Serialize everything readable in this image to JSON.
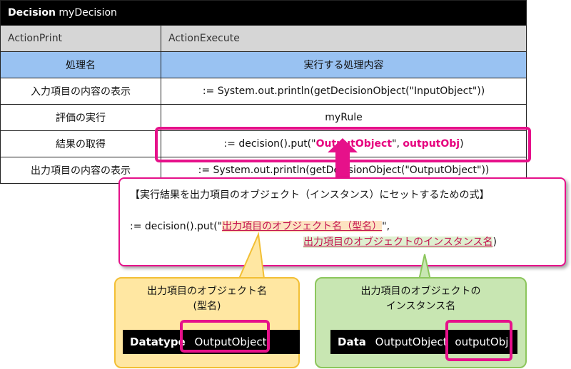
{
  "table": {
    "title_keyword": "Decision",
    "title_name": "myDecision",
    "actions": [
      "ActionPrint",
      "ActionExecute"
    ],
    "headers": [
      "処理名",
      "実行する処理内容"
    ],
    "rows": [
      {
        "name": "入力項目の内容の表示",
        "content": ":= System.out.println(getDecisionObject(\"InputObject\"))"
      },
      {
        "name": "評価の実行",
        "content": "myRule"
      },
      {
        "name": "結果の取得",
        "content_pre": ":= decision().put(\"",
        "content_arg1": "OutputObject",
        "content_mid": "\", ",
        "content_arg2": "outputObj",
        "content_post": ")"
      },
      {
        "name": "出力項目の内容の表示",
        "content": ":= System.out.println(getDecisionObject(\"OutputObject\"))"
      }
    ]
  },
  "callout": {
    "title": "【実行結果を出力項目のオブジェクト（インスタンス）にセットするための式】",
    "line1_pre": ":= decision().put(\"",
    "line1_hl": "出力項目のオブジェクト名（型名）",
    "line1_post": "\",",
    "line2_hl": "出力項目のオブジェクトのインスタンス名",
    "line2_post": ")"
  },
  "bubble_type": {
    "caption_line1": "出力項目のオブジェクト名",
    "caption_line2": "(型名)",
    "code_keyword": "Datatype",
    "code_value": "OutputObject"
  },
  "bubble_instance": {
    "caption_line1": "出力項目のオブジェクトの",
    "caption_line2": "インスタンス名",
    "code_keyword": "Data",
    "code_type": "OutputObject",
    "code_value": "outputObj"
  },
  "colors": {
    "highlight": "#e6118a",
    "header_blue": "#99c2f2",
    "bubble_yellow": "#ffe7a2",
    "bubble_green": "#c8e6b2"
  }
}
